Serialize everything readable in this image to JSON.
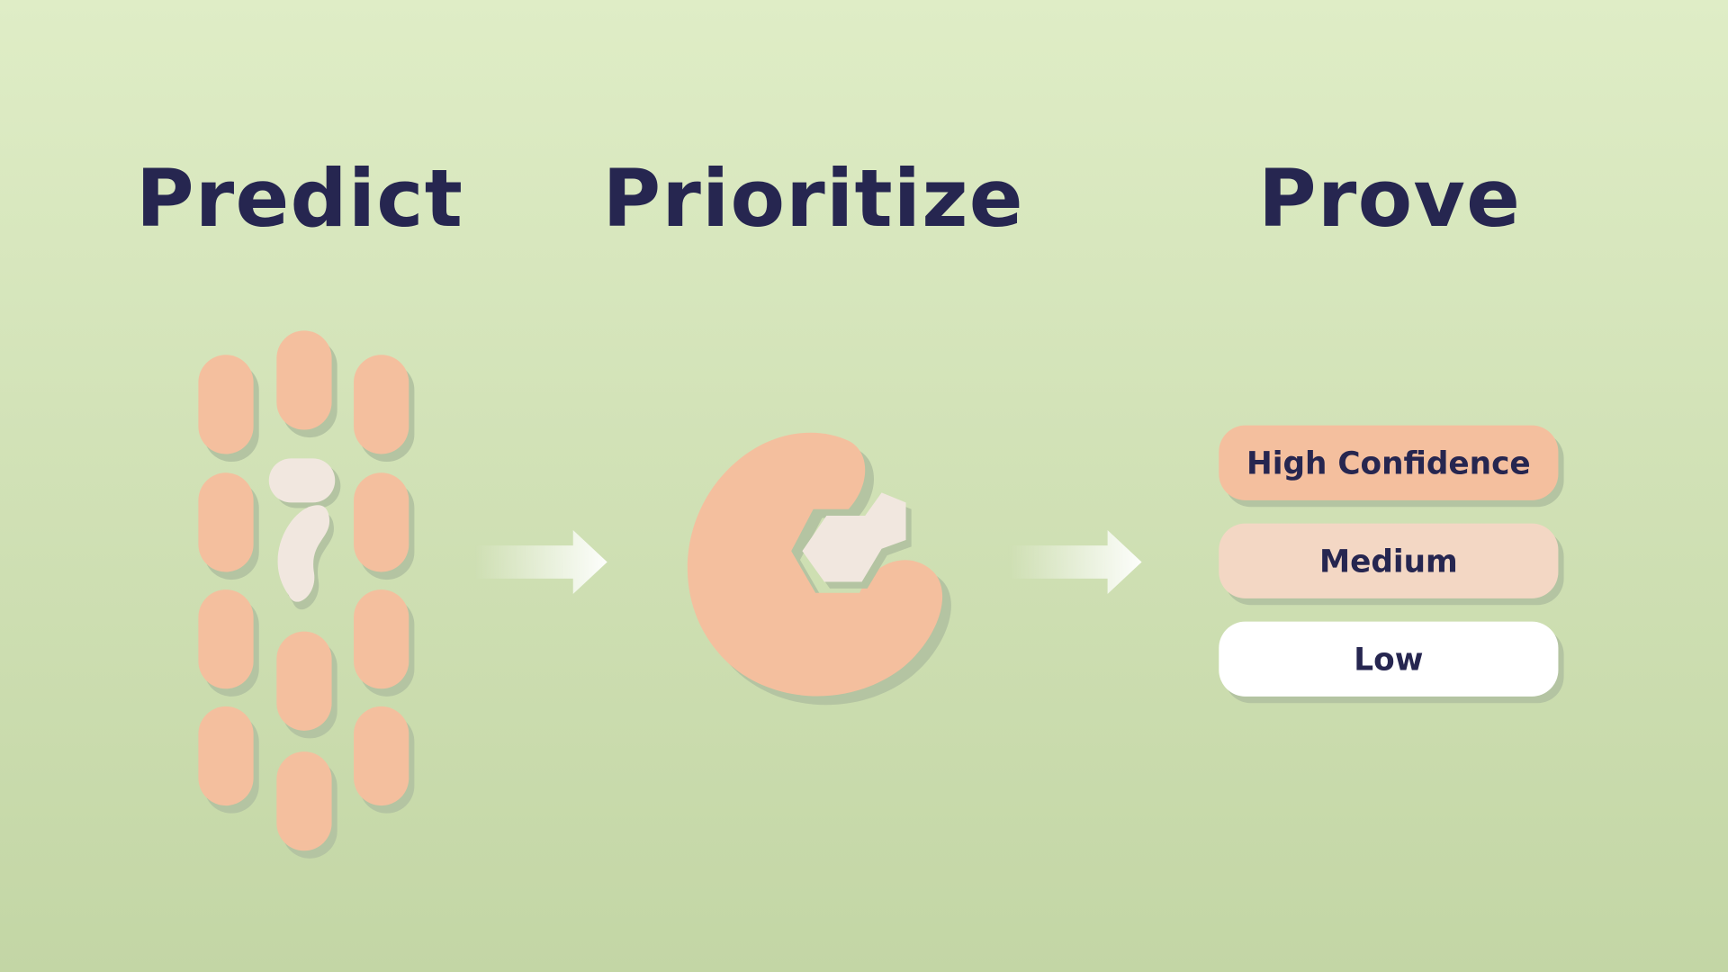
{
  "titles": {
    "predict": "Predict",
    "prioritize": "Prioritize",
    "prove": "Prove"
  },
  "confidence_levels": [
    {
      "label": "High Confidence",
      "color": "#f4bf9e"
    },
    {
      "label": "Medium",
      "color": "#f3d7c4"
    },
    {
      "label": "Low",
      "color": "#ffffff"
    }
  ],
  "colors": {
    "accent": "#f4bf9e",
    "cream": "#f1e7df",
    "text": "#262650",
    "shadow": "#b4c4a2"
  }
}
